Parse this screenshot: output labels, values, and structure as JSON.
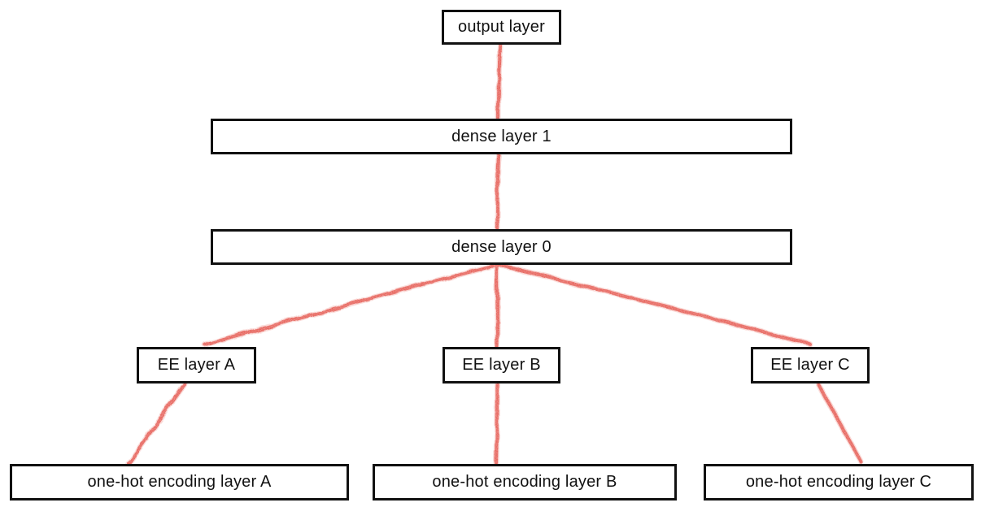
{
  "diagram": {
    "type": "neural-network-architecture",
    "nodes": {
      "output": {
        "label": "output layer"
      },
      "dense1": {
        "label": "dense layer 1"
      },
      "dense0": {
        "label": "dense layer 0"
      },
      "ee_a": {
        "label": "EE layer A"
      },
      "ee_b": {
        "label": "EE layer B"
      },
      "ee_c": {
        "label": "EE layer C"
      },
      "onehot_a": {
        "label": "one-hot encoding layer A"
      },
      "onehot_b": {
        "label": "one-hot encoding layer B"
      },
      "onehot_c": {
        "label": "one-hot encoding layer C"
      }
    },
    "edges": [
      {
        "from": "onehot_a",
        "to": "ee_a"
      },
      {
        "from": "onehot_b",
        "to": "ee_b"
      },
      {
        "from": "onehot_c",
        "to": "ee_c"
      },
      {
        "from": "ee_a",
        "to": "dense0"
      },
      {
        "from": "ee_b",
        "to": "dense0"
      },
      {
        "from": "ee_c",
        "to": "dense0"
      },
      {
        "from": "dense0",
        "to": "dense1"
      },
      {
        "from": "dense1",
        "to": "output"
      }
    ],
    "colors": {
      "edge": "#e5574e",
      "edge_halo": "#f0948c",
      "box_border": "#111111",
      "box_fill": "#ffffff",
      "text": "#111111",
      "background": "#ffffff"
    }
  }
}
